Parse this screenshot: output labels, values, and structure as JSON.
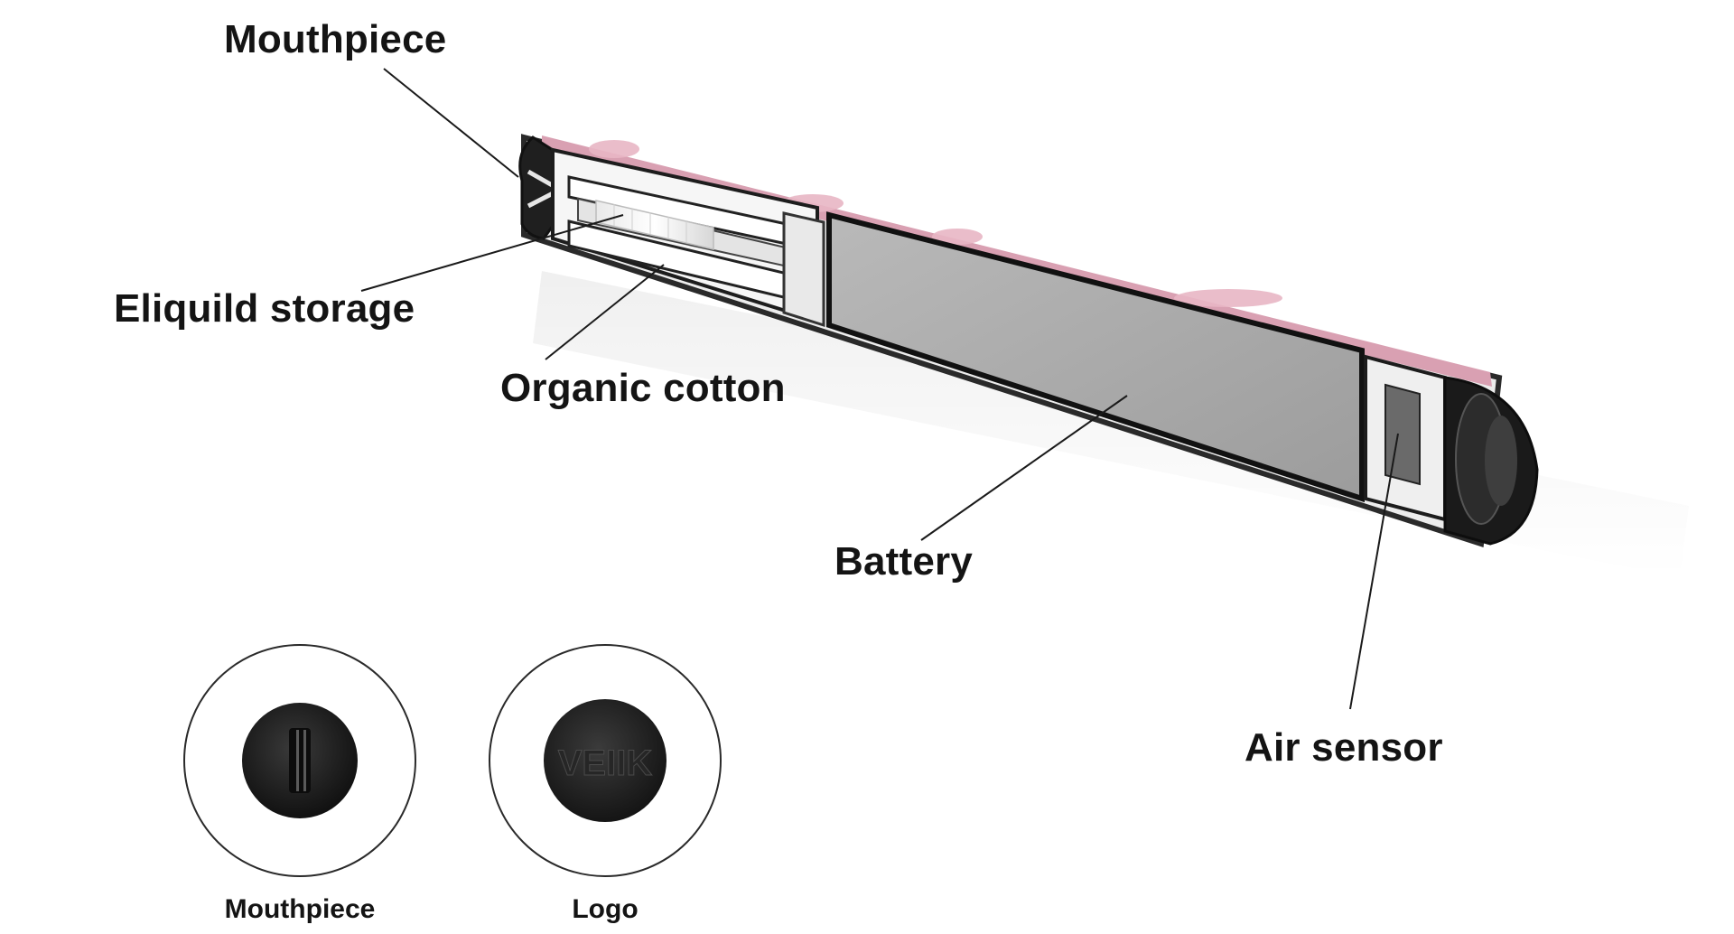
{
  "callouts": {
    "mouthpiece": "Mouthpiece",
    "eliquid_storage": "Eliquild storage",
    "organic_cotton": "Organic cotton",
    "battery": "Battery",
    "air_sensor": "Air sensor"
  },
  "thumbnails": {
    "mouthpiece_label": "Mouthpiece",
    "logo_label": "Logo",
    "logo_text": "VEIIK"
  },
  "colors": {
    "body_shell": "#2a2a2a",
    "pink_wrap": "#d9a0b2",
    "battery_cell": "#a9a9a9",
    "tank_frame": "#f2f2f2",
    "cap_black": "#1c1c1c"
  }
}
